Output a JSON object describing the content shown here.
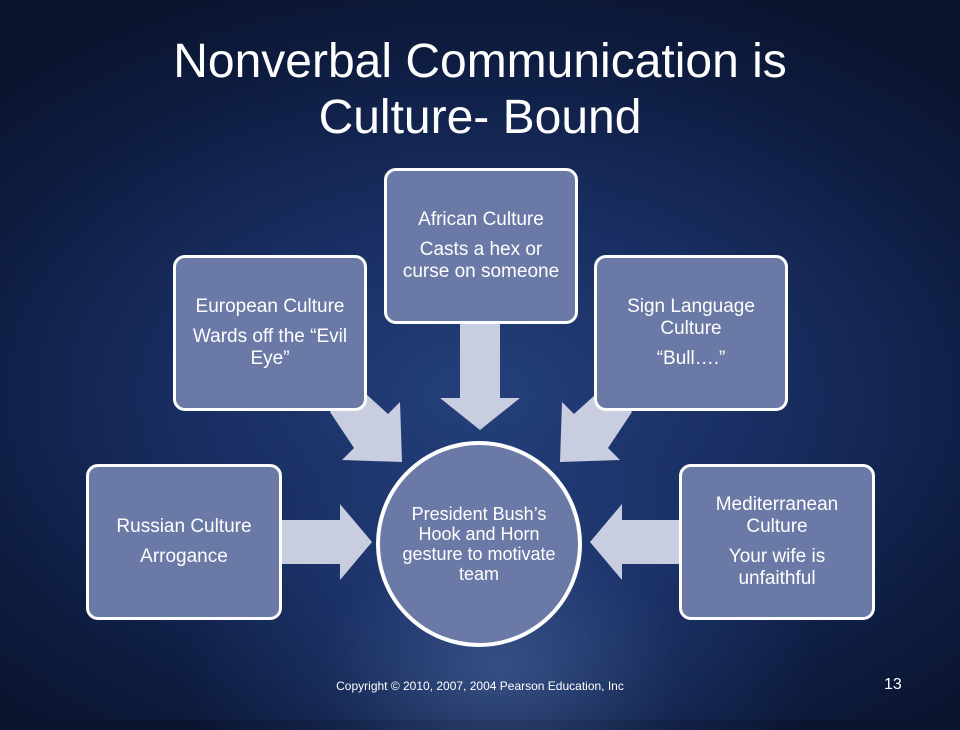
{
  "title": {
    "line1": "Nonverbal Communication is",
    "line2": "Culture- Bound"
  },
  "center": {
    "text": "President Bush’s Hook and Horn gesture to motivate team"
  },
  "cultures": [
    {
      "name": "African Culture",
      "meaning": "Casts a hex or curse on someone"
    },
    {
      "name": "European Culture",
      "meaning": "Wards off the “Evil Eye”"
    },
    {
      "name": "Sign Language Culture",
      "meaning": "“Bull….”"
    },
    {
      "name": "Russian Culture",
      "meaning": "Arrogance"
    },
    {
      "name": "Mediterranean Culture",
      "meaning": "Your wife is unfaithful"
    }
  ],
  "footer": {
    "copyright": "Copyright © 2010, 2007, 2004 Pearson Education, Inc",
    "page_number": "13"
  },
  "colors": {
    "box_fill": "#6b79a7",
    "arrow_fill": "#c9cde0",
    "background": "#182d60"
  }
}
